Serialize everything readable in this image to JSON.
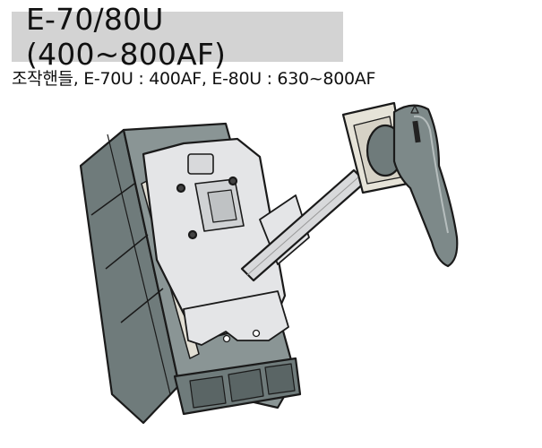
{
  "header": {
    "title": "E-70/80U (400~800AF)",
    "subtitle": "조작핸들, E-70U : 400AF, E-80U : 630~800AF"
  },
  "illustration": {
    "subject": "circuit-breaker-with-extended-operating-handle",
    "colors": {
      "body_dark": "#6f7b7b",
      "body_mid": "#8a9595",
      "plate": "#e4e5e7",
      "shaft": "#d8d9db",
      "handle_base": "#e6e3d8",
      "handle_grip": "#7d8989",
      "outline": "#1a1a1a"
    }
  }
}
